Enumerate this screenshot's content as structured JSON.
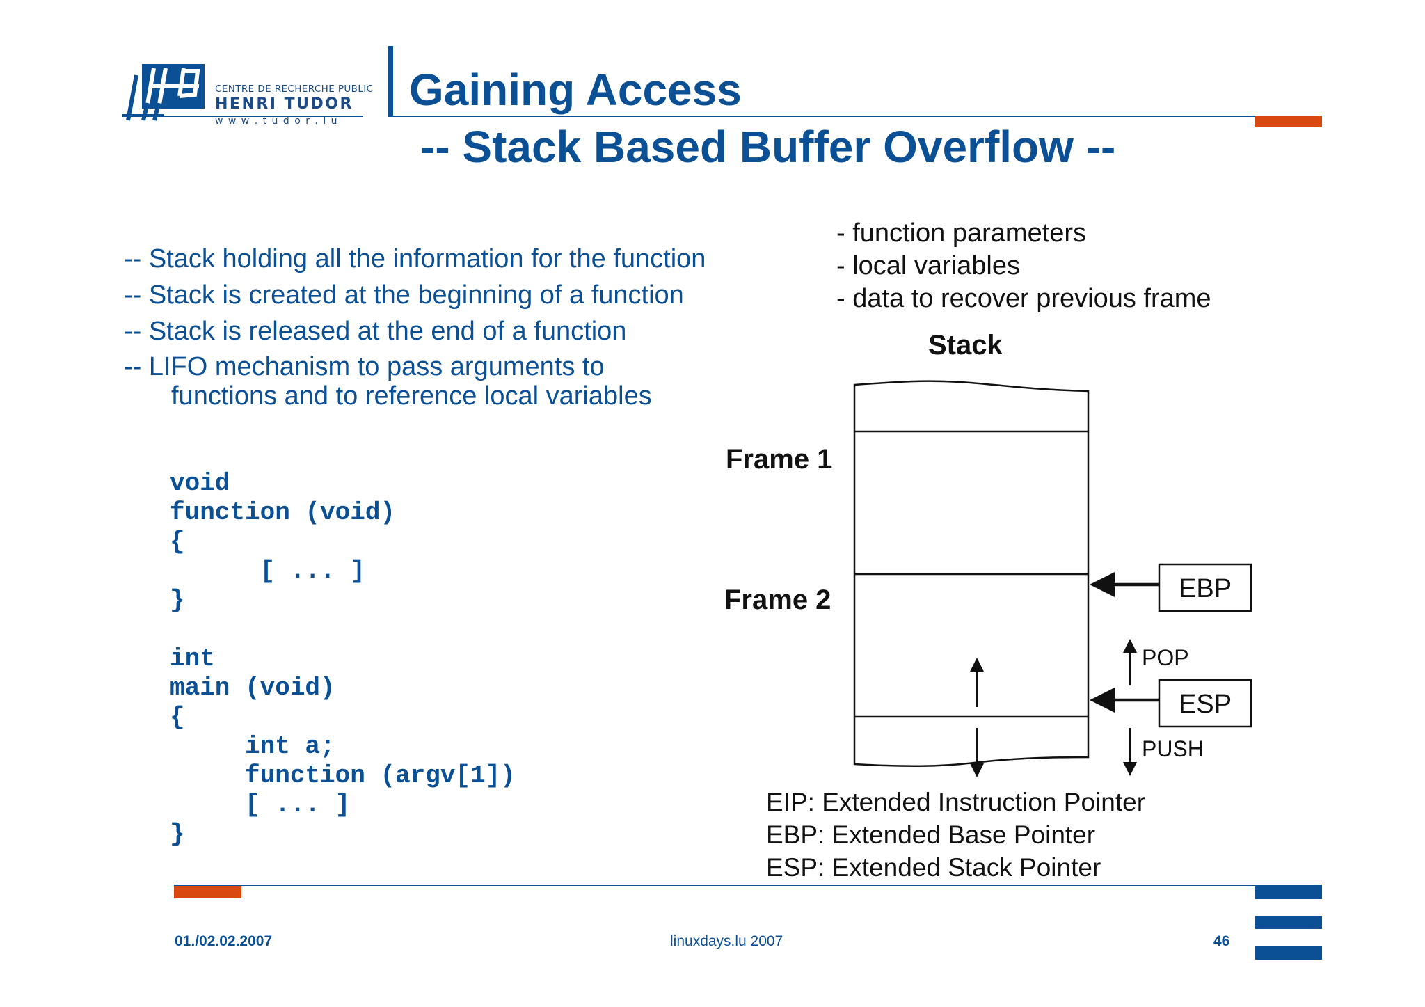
{
  "logo": {
    "line1": "CENTRE DE RECHERCHE PUBLIC",
    "line2": "HENRI TUDOR",
    "line3": "w w w . t u d o r . l u"
  },
  "title": "Gaining Access",
  "subtitle": "-- Stack Based Buffer Overflow --",
  "bullets": [
    "-- Stack holding all the information for the function",
    "-- Stack is created at the beginning of a function",
    "-- Stack is released at the end of a function",
    "-- LIFO mechanism to pass arguments to",
    "functions and to reference local variables"
  ],
  "code": {
    "lines": [
      "void",
      "function (void)",
      "{",
      "      [ ... ]",
      "}",
      "",
      "int",
      "main (void)",
      "{",
      "     int a;",
      "     function (argv[1])",
      "     [ ... ]",
      "}"
    ]
  },
  "stack_contents": [
    "- function parameters",
    "- local variables",
    "- data to recover previous frame"
  ],
  "diagram": {
    "stack_label": "Stack",
    "frame1": "Frame 1",
    "frame2": "Frame 2",
    "ebp": "EBP",
    "esp": "ESP",
    "pop": "POP",
    "push": "PUSH"
  },
  "legend": [
    "EIP: Extended Instruction Pointer",
    "EBP: Extended Base Pointer",
    "ESP: Extended Stack Pointer"
  ],
  "footer": {
    "date": "01./02.02.2007",
    "event": "linuxdays.lu 2007",
    "page": "46"
  },
  "colors": {
    "brand_blue": "#0b4f95",
    "accent_orange": "#d9480f"
  }
}
